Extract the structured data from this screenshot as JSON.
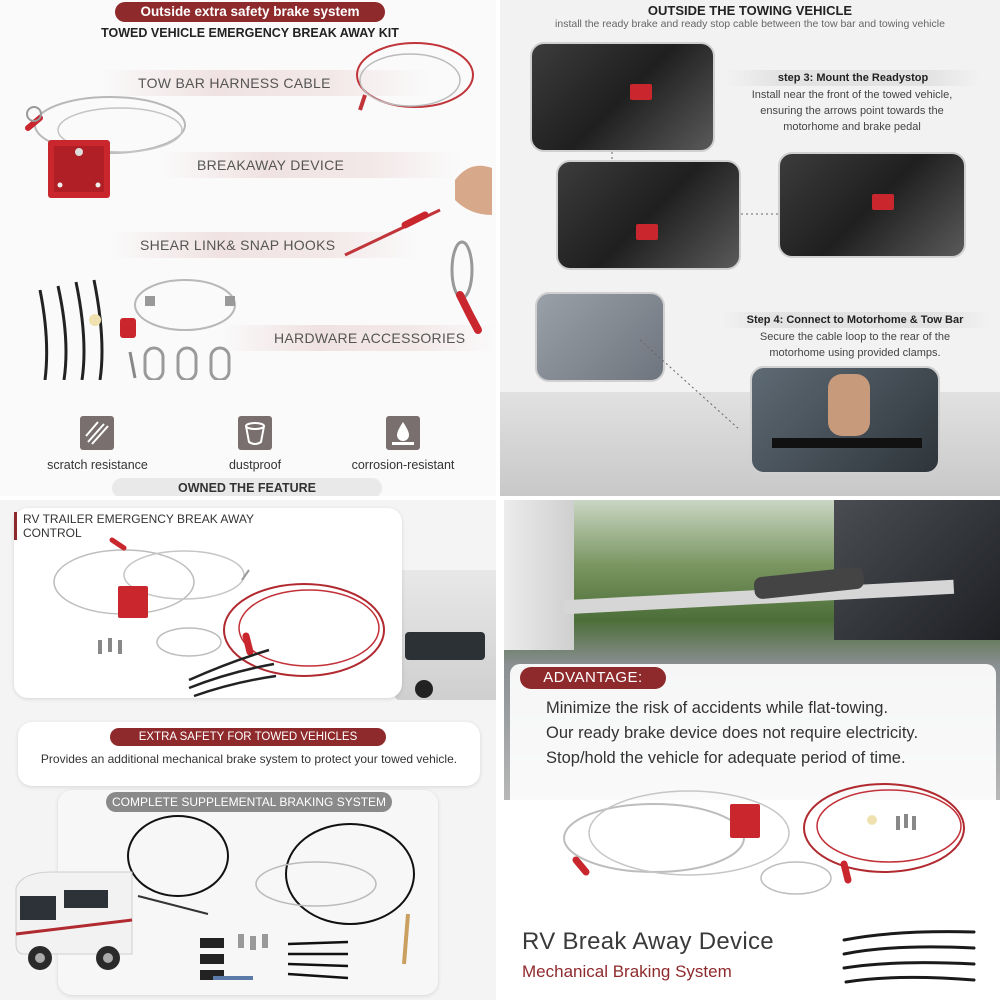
{
  "panel1": {
    "banner": "Outside extra safety brake system",
    "title": "TOWED VEHICLE  EMERGENCY BREAK AWAY KIT",
    "labels": {
      "harness": "TOW BAR HARNESS CABLE",
      "device": "BREAKAWAY DEVICE",
      "hooks": "SHEAR LINK& SNAP HOOKS",
      "hardware": "HARDWARE ACCESSORIES"
    },
    "features": [
      {
        "icon": "scratch-icon",
        "label": "scratch resistance"
      },
      {
        "icon": "dust-icon",
        "label": "dustproof"
      },
      {
        "icon": "water-drop-icon",
        "label": "corrosion-resistant"
      }
    ],
    "feature_bar": "OWNED THE FEATURE"
  },
  "panel2": {
    "title": "OUTSIDE THE TOWING VEHICLE",
    "subtitle": "install the ready brake and ready stop cable between the tow bar and towing vehicle",
    "step3": {
      "title": "step 3: Mount the Readystop",
      "text": "Install near the front of the towed vehicle, ensuring the arrows point towards the motorhome and brake pedal"
    },
    "step4": {
      "title": "Step 4: Connect to Motorhome & Tow Bar",
      "text": "Secure the cable loop to the rear of the motorhome using provided clamps."
    }
  },
  "panel3": {
    "card1_title": "RV TRAILER EMERGENCY BREAK AWAY CONTROL",
    "safety_title": "EXTRA SAFETY FOR TOWED VEHICLES",
    "safety_text": "Provides an additional mechanical brake system to protect your towed vehicle.",
    "system_title": "COMPLETE SUPPLEMENTAL BRAKING SYSTEM"
  },
  "panel4": {
    "advantage_label": "ADVANTAGE:",
    "advantages": [
      "Minimize the risk of accidents while flat-towing.",
      "Our ready brake device does not require electricity.",
      "Stop/hold the vehicle for adequate period of time."
    ],
    "product_title": "RV Break Away Device",
    "product_subtitle": "Mechanical Braking System"
  },
  "colors": {
    "accent_red": "#8f2a2c",
    "device_red": "#c9262e",
    "cable_gray": "#b8b8b8"
  }
}
